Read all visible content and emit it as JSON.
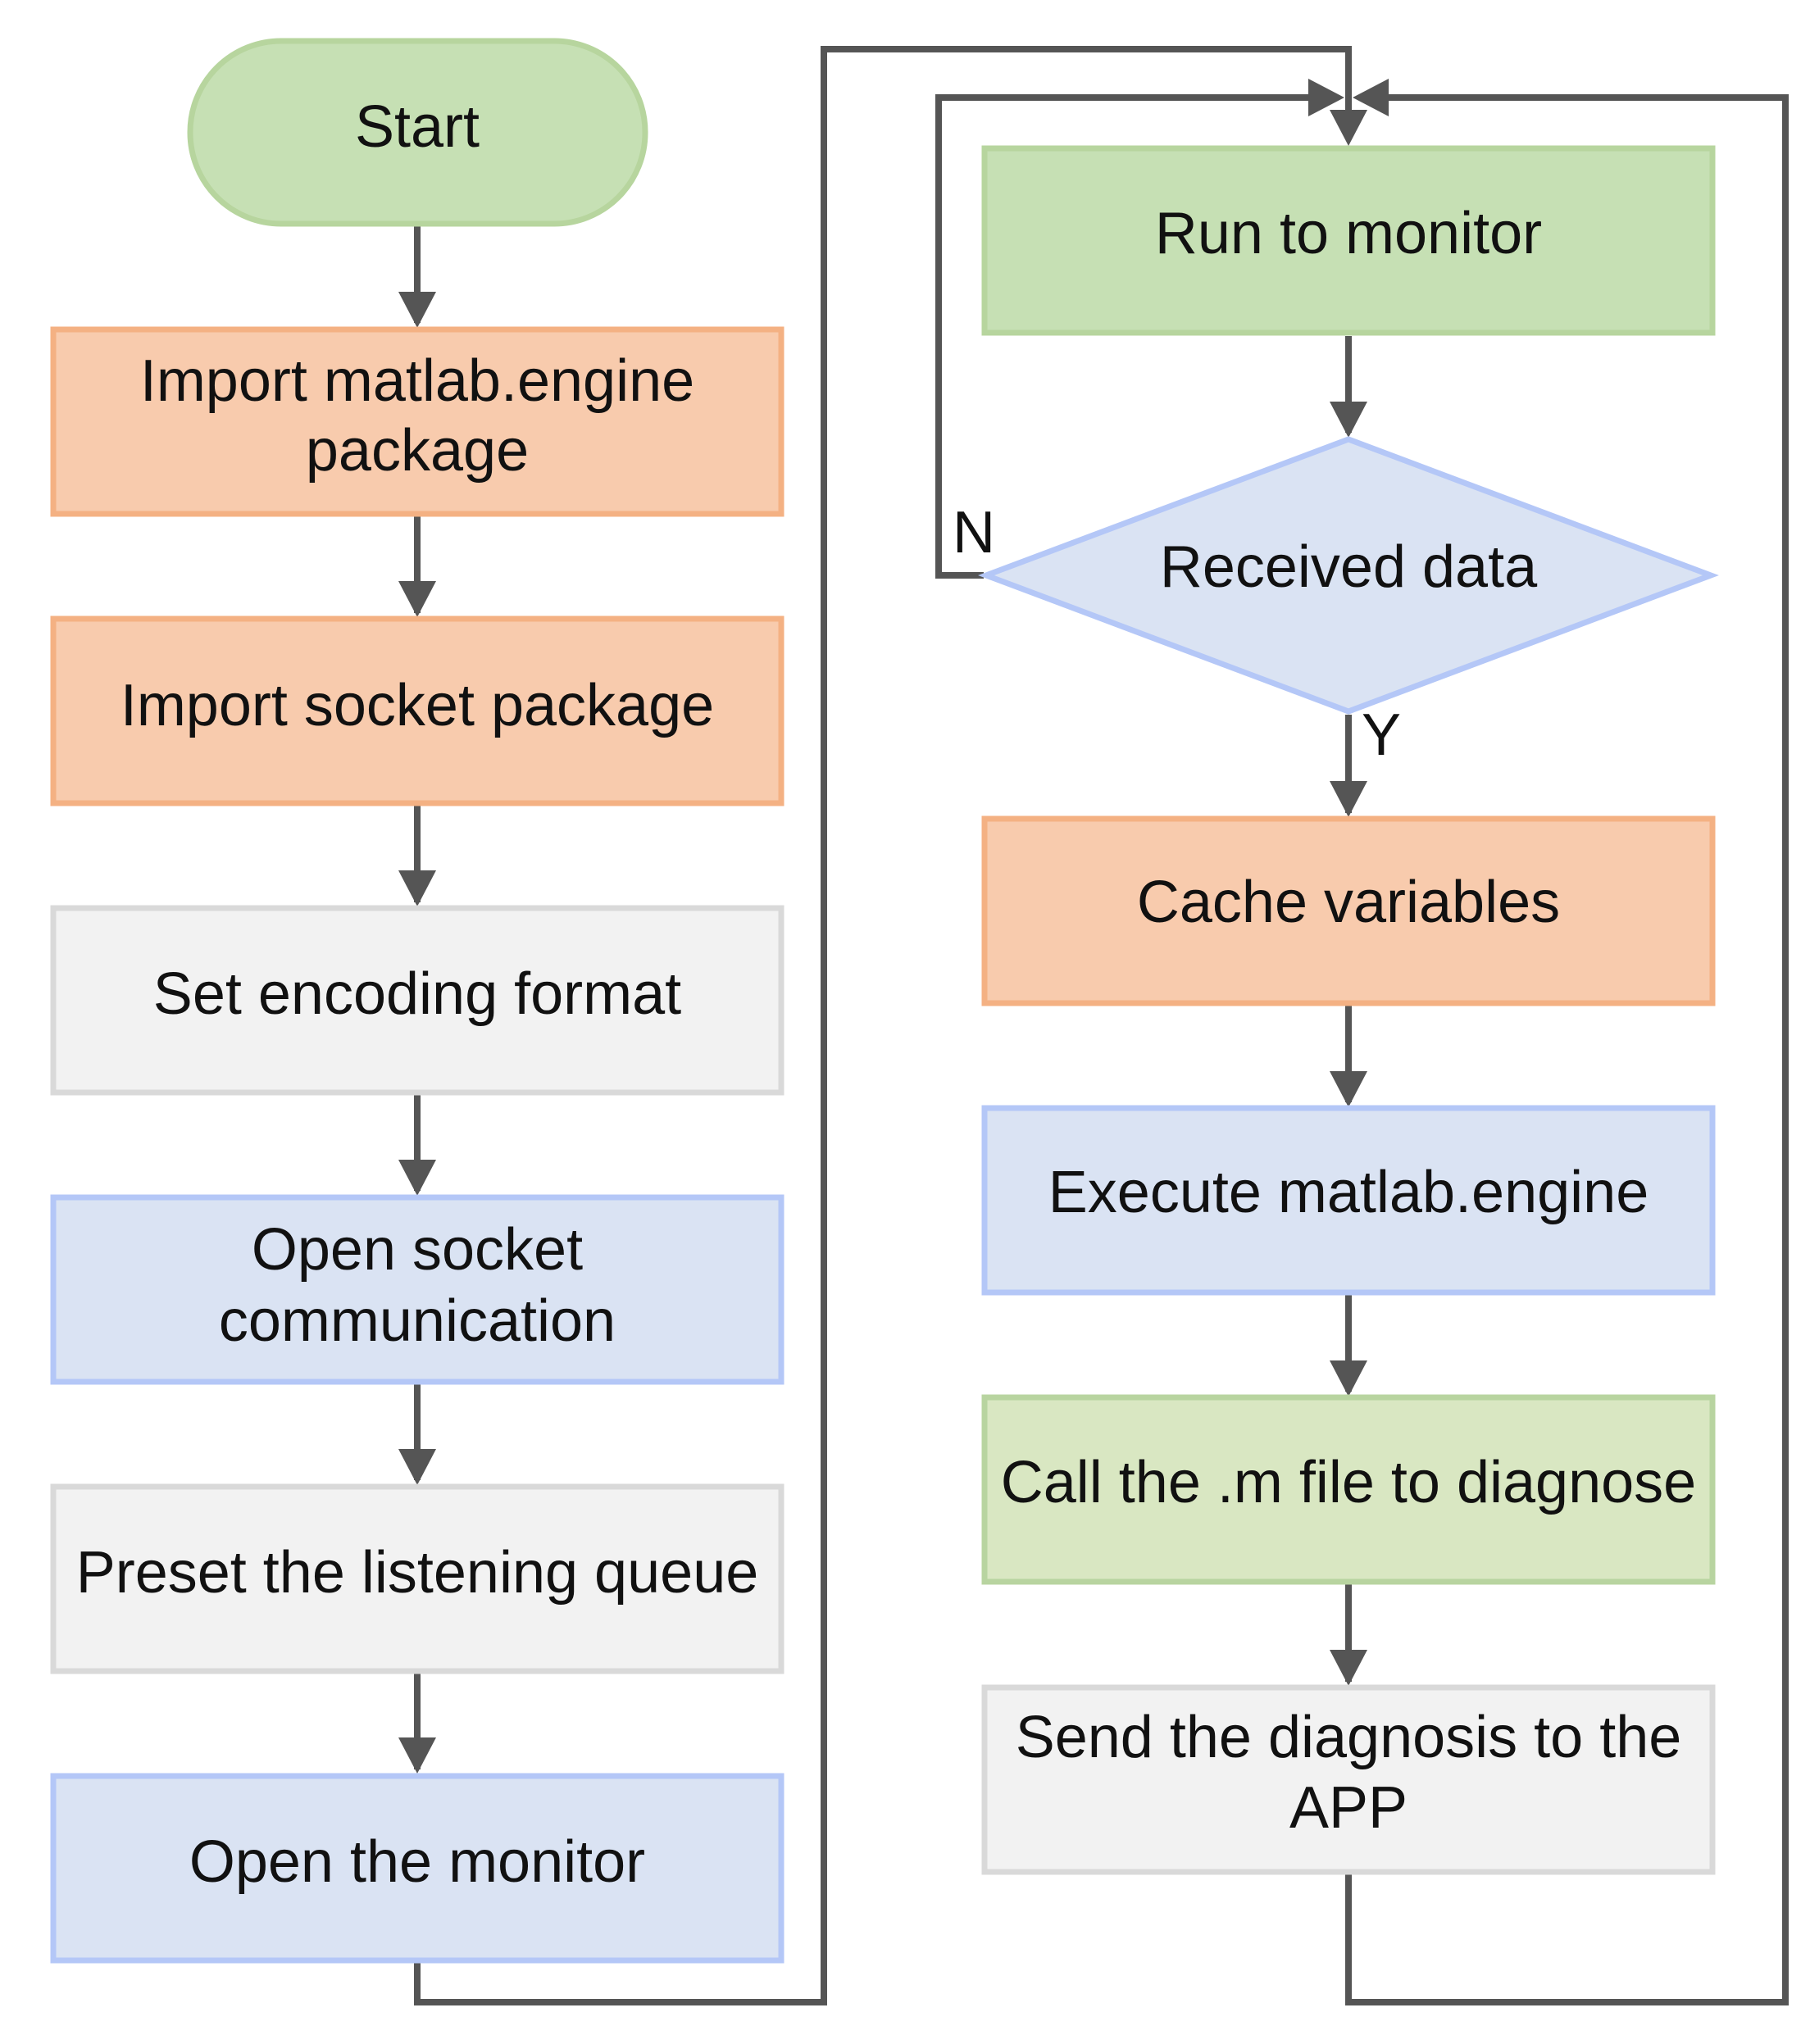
{
  "colors": {
    "green_fill": "#c6e0b4",
    "green_stroke": "#a9d18e",
    "orange_fill": "#f8cbad",
    "orange_stroke": "#f4b183",
    "gray_fill": "#f2f2f2",
    "gray_stroke": "#d9d9d9",
    "blue_fill": "#dae3f3",
    "blue_stroke": "#b4c7e7",
    "light_green_fill": "#d9e7c2",
    "light_green_stroke": "#b8d4a0",
    "connector": "#555555"
  },
  "nodes": {
    "start": "Start",
    "import_matlab": [
      "Import matlab.engine",
      "package"
    ],
    "import_socket": "Import socket package",
    "set_encoding": "Set encoding format",
    "open_socket": [
      "Open socket",
      "communication"
    ],
    "preset_queue": "Preset the listening queue",
    "open_monitor": "Open the monitor",
    "run_monitor": "Run to monitor",
    "received_data": "Received data",
    "cache_variables": "Cache variables",
    "execute_engine": "Execute matlab.engine",
    "call_m_file": "Call the .m file to diagnose",
    "send_diagnosis": [
      "Send the diagnosis to the",
      "APP"
    ]
  },
  "edge_labels": {
    "no": "N",
    "yes": "Y"
  }
}
